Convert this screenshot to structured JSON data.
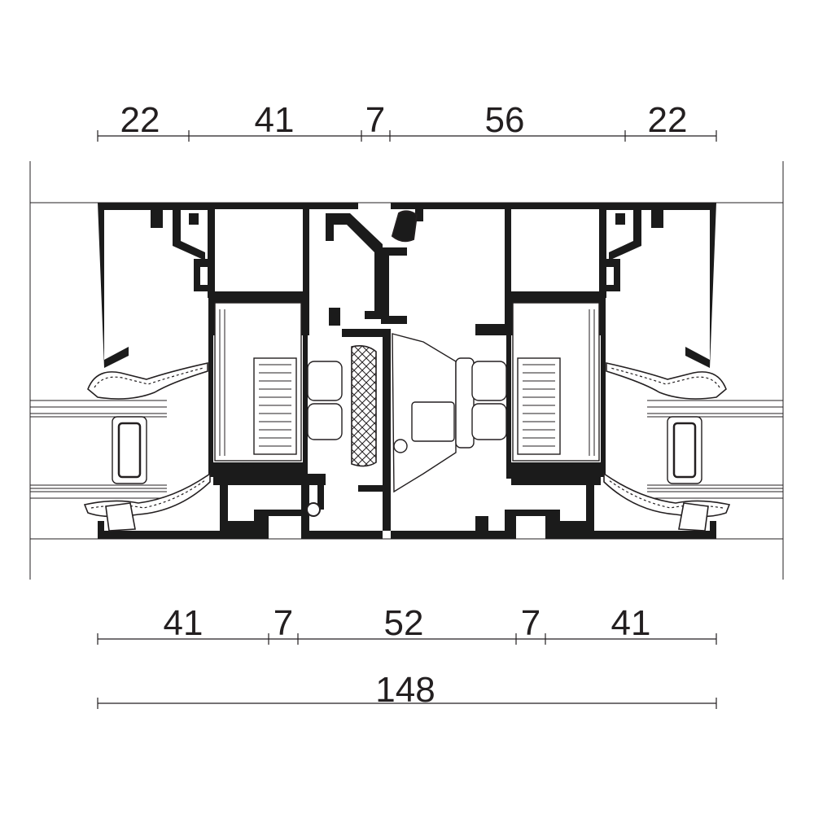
{
  "drawing": {
    "top_dimensions": [
      "22",
      "41",
      "7",
      "56",
      "22"
    ],
    "bottom_dimensions": [
      "41",
      "7",
      "52",
      "7",
      "41"
    ],
    "overall_dimension": "148"
  }
}
